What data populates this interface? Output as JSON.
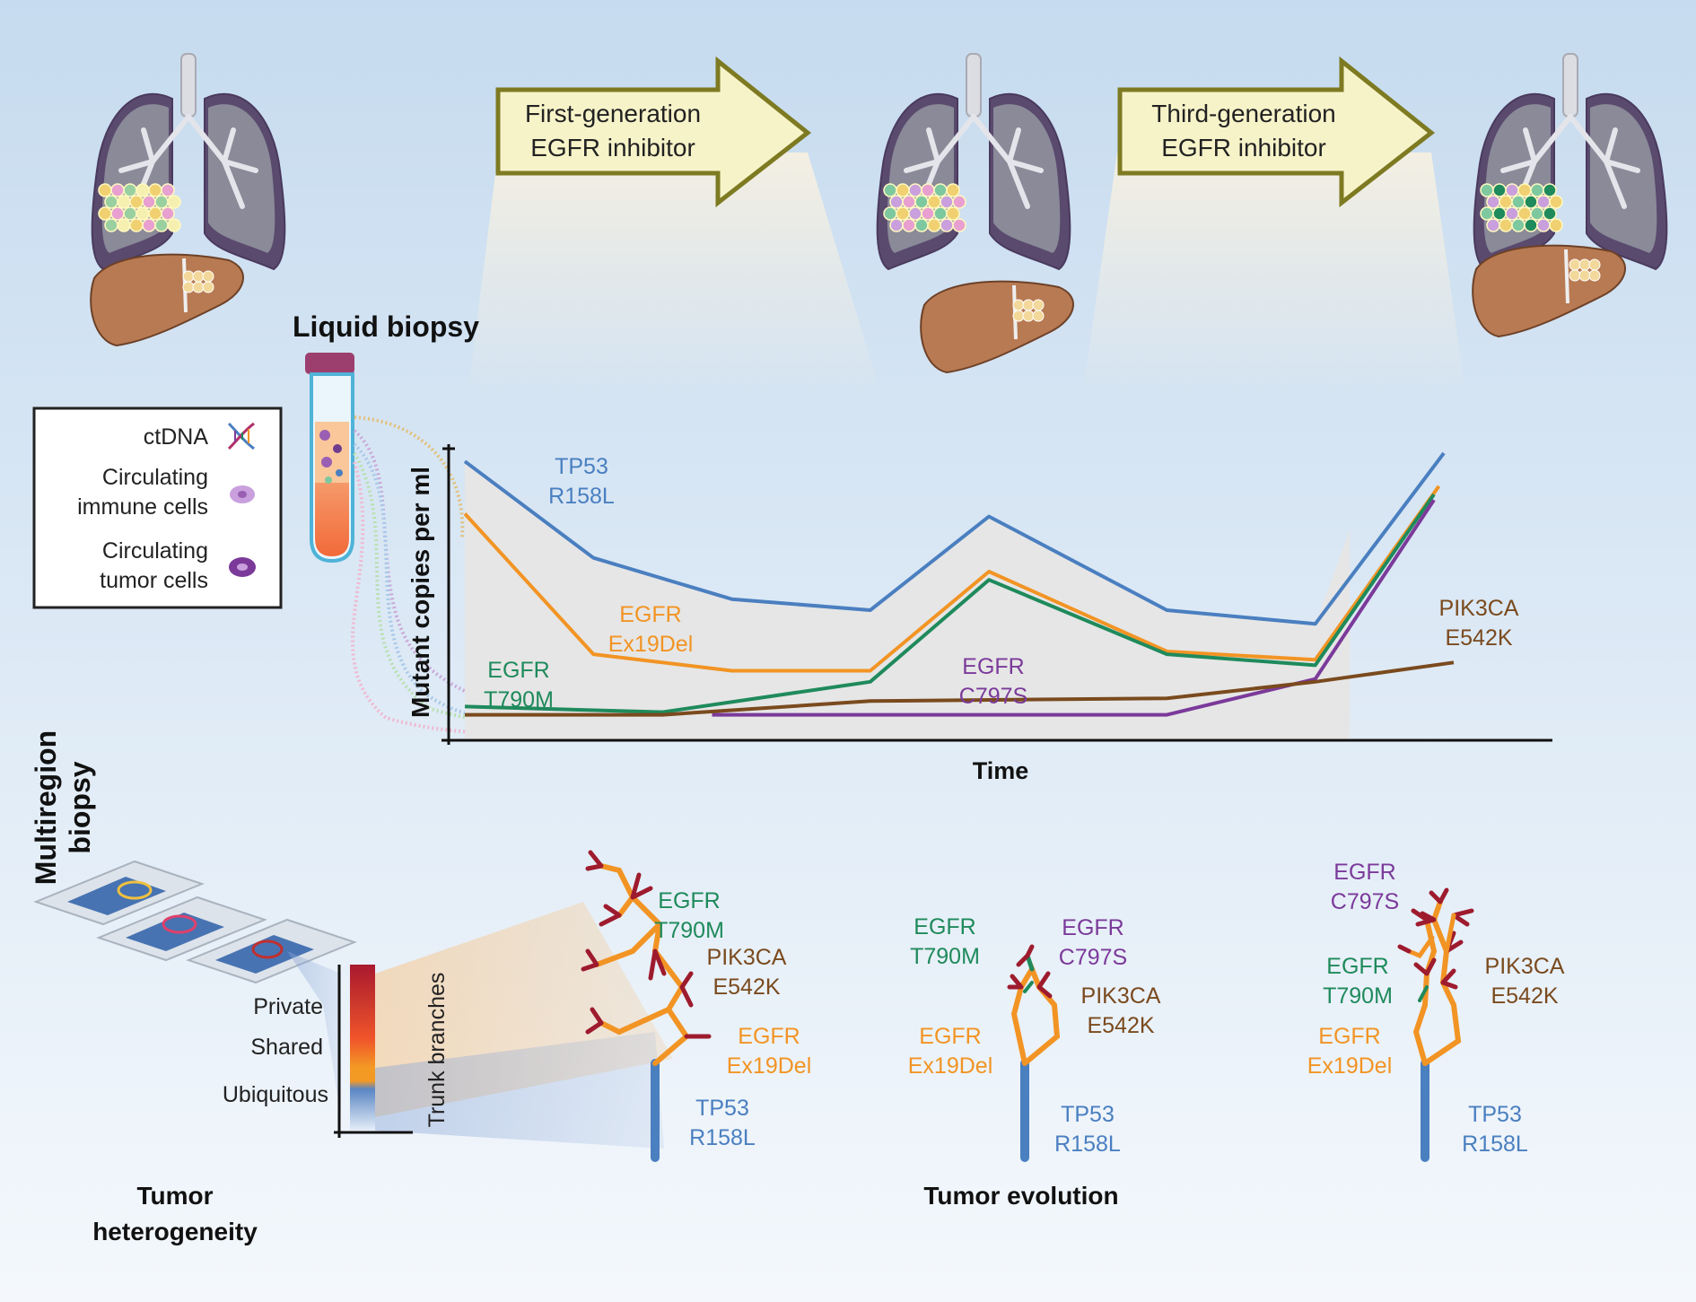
{
  "colors": {
    "bg_top": "#c9ddf0",
    "bg_bottom": "#f3f8fc",
    "tp53": "#4a7fc0",
    "egfr_exdel": "#f29424",
    "egfr_t790m": "#1f8a5c",
    "egfr_c797s": "#7b3a9a",
    "pik3ca": "#7a4a1e",
    "branch_tip": "#9e1b2e",
    "arrow_fill": "#f7f3c9",
    "arrow_stroke": "#7d7a22",
    "lung": "#4f4160",
    "liver": "#b87a52"
  },
  "arrows": {
    "first": [
      "First-generation",
      "EGFR inhibitor"
    ],
    "third": [
      "Third-generation",
      "EGFR inhibitor"
    ]
  },
  "liquid_biopsy": {
    "title": "Liquid biopsy"
  },
  "legend": {
    "ctdna": "ctDNA",
    "immune": [
      "Circulating",
      "immune cells"
    ],
    "tumor": [
      "Circulating",
      "tumor cells"
    ]
  },
  "chart_data": {
    "type": "line",
    "xlabel": "Time",
    "ylabel": "Mutant copies per ml",
    "series": [
      {
        "name": "TP53 R158L",
        "label": [
          "TP53",
          "R158L"
        ],
        "color": "tp53",
        "x": [
          0.0,
          0.13,
          0.27,
          0.41,
          0.53,
          0.71,
          0.86,
          0.99
        ],
        "y": [
          0.97,
          0.62,
          0.47,
          0.43,
          0.77,
          0.43,
          0.38,
          1.0
        ]
      },
      {
        "name": "EGFR Ex19Del",
        "label": [
          "EGFR",
          "Ex19Del"
        ],
        "color": "egfr_exdel",
        "x": [
          0.0,
          0.13,
          0.27,
          0.41,
          0.53,
          0.71,
          0.86,
          0.985
        ],
        "y": [
          0.78,
          0.27,
          0.21,
          0.21,
          0.57,
          0.28,
          0.25,
          0.88
        ]
      },
      {
        "name": "EGFR T790M",
        "label": [
          "EGFR",
          "T790M"
        ],
        "color": "egfr_t790m",
        "x": [
          0.0,
          0.2,
          0.41,
          0.53,
          0.71,
          0.86,
          0.98
        ],
        "y": [
          0.08,
          0.06,
          0.17,
          0.54,
          0.27,
          0.23,
          0.85
        ]
      },
      {
        "name": "EGFR C797S",
        "label": [
          "EGFR",
          "C797S"
        ],
        "color": "egfr_c797s",
        "x": [
          0.25,
          0.71,
          0.86,
          0.98
        ],
        "y": [
          0.05,
          0.05,
          0.18,
          0.83
        ]
      },
      {
        "name": "PIK3CA E542K",
        "label": [
          "PIK3CA",
          "E542K"
        ],
        "color": "pik3ca",
        "x": [
          0.0,
          0.2,
          0.41,
          0.71,
          0.86,
          1.0
        ],
        "y": [
          0.05,
          0.05,
          0.1,
          0.11,
          0.17,
          0.24
        ]
      }
    ]
  },
  "heterogeneity": {
    "vertical_title": [
      "Multiregion",
      "biopsy"
    ],
    "scale_labels": [
      "Private",
      "Shared",
      "Ubiquitous"
    ],
    "axis_label": "Trunk branches",
    "caption": [
      "Tumor",
      "heterogeneity"
    ]
  },
  "evolution": {
    "caption": "Tumor evolution",
    "tree1": {
      "t790m": [
        "EGFR",
        "T790M"
      ],
      "pik3ca": [
        "PIK3CA",
        "E542K"
      ],
      "exdel": [
        "EGFR",
        "Ex19Del"
      ],
      "tp53": [
        "TP53",
        "R158L"
      ]
    },
    "tree2": {
      "t790m": [
        "EGFR",
        "T790M"
      ],
      "c797s": [
        "EGFR",
        "C797S"
      ],
      "pik3ca": [
        "PIK3CA",
        "E542K"
      ],
      "exdel": [
        "EGFR",
        "Ex19Del"
      ],
      "tp53": [
        "TP53",
        "R158L"
      ]
    },
    "tree3": {
      "c797s": [
        "EGFR",
        "C797S"
      ],
      "t790m": [
        "EGFR",
        "T790M"
      ],
      "pik3ca": [
        "PIK3CA",
        "E542K"
      ],
      "exdel": [
        "EGFR",
        "Ex19Del"
      ],
      "tp53": [
        "TP53",
        "R158L"
      ]
    }
  }
}
